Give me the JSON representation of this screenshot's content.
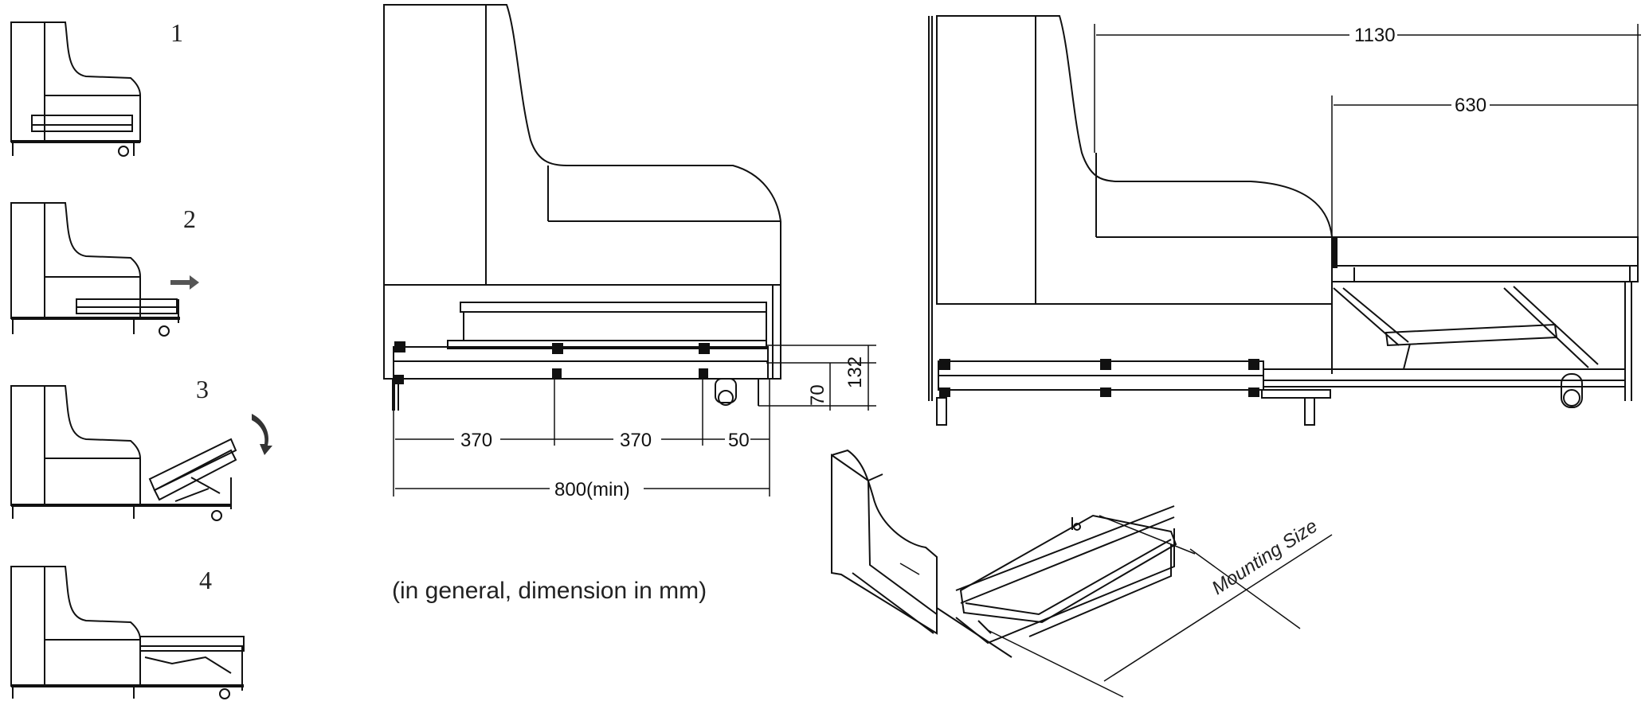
{
  "steps": [
    "1",
    "2",
    "3",
    "4"
  ],
  "dimensions": {
    "width_1130": "1130",
    "width_630": "630",
    "base_370_a": "370",
    "base_370_b": "370",
    "base_50": "50",
    "base_800": "800(min)",
    "height_132": "132",
    "height_70": "70"
  },
  "note": "(in general, dimension in mm)",
  "mounting_label": "Mounting Size"
}
